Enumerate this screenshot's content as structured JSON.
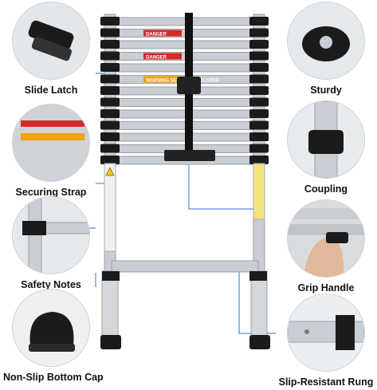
{
  "features": {
    "left": [
      {
        "label": "Slide Latch",
        "icon": "slide-latch"
      },
      {
        "label": "Securing Strap",
        "icon": "securing-strap"
      },
      {
        "label": "Safety Notes",
        "icon": "safety-notes"
      },
      {
        "label": "Non-Slip Bottom Cap",
        "icon": "bottom-cap"
      }
    ],
    "right": [
      {
        "label": "Sturdy",
        "icon": "sturdy"
      },
      {
        "label": "Coupling",
        "icon": "coupling"
      },
      {
        "label": "Grip Handle",
        "icon": "grip-handle"
      },
      {
        "label": "Slip-Resistant Rung",
        "icon": "rung"
      }
    ]
  },
  "ladder_labels": {
    "danger": "DANGER",
    "warning": "WARNING",
    "warning_line": "SET YOUR BALANCE"
  },
  "colors": {
    "aluminum": "#c9ced4",
    "latch": "#1b1b1b",
    "danger": "#d62828",
    "warning": "#f2a20c",
    "guide_line": "#2f6fd6"
  }
}
